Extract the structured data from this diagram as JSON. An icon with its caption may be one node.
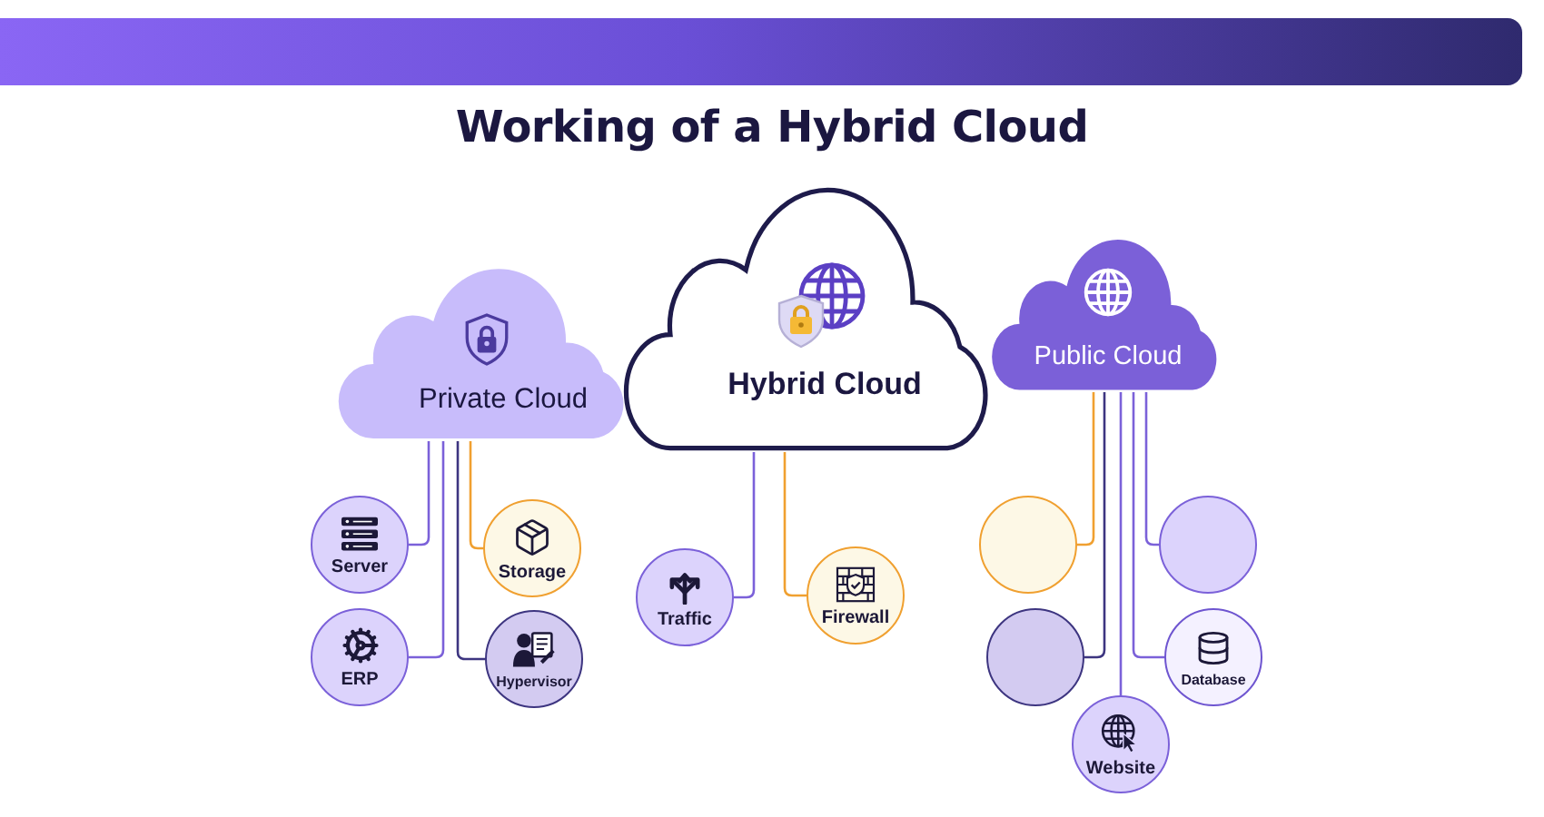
{
  "diagram": {
    "title": "Working of a Hybrid Cloud",
    "nodes": [
      {
        "text": [
          "Private Cloud"
        ]
      },
      {
        "text": [
          "Hybrid Cloud"
        ]
      },
      {
        "text": [
          "Public Cloud"
        ]
      },
      {
        "text": [
          "Server"
        ]
      },
      {
        "text": [
          "Storage"
        ]
      },
      {
        "text": [
          "ERP"
        ]
      },
      {
        "text": [
          "Hypervisor"
        ]
      },
      {
        "text": [
          "Traffic"
        ]
      },
      {
        "text": [
          "Firewall"
        ]
      },
      {
        "text": [],
        "shape": "circle"
      },
      {
        "text": [],
        "shape": "circle"
      },
      {
        "text": [],
        "shape": "circle"
      },
      {
        "text": [
          "Database"
        ]
      },
      {
        "text": [
          "Website"
        ]
      }
    ],
    "edges": [
      {
        "from": 0,
        "to": 3,
        "arrow": "none"
      },
      {
        "from": 0,
        "to": 5,
        "arrow": "none"
      },
      {
        "from": 0,
        "to": 6,
        "arrow": "none",
        "color": "#3d3580"
      },
      {
        "from": 0,
        "to": 4,
        "arrow": "none",
        "color": "#f0a030"
      },
      {
        "from": 1,
        "to": 7,
        "arrow": "none"
      },
      {
        "from": 1,
        "to": 8,
        "arrow": "none",
        "color": "#f0a030"
      },
      {
        "from": 2,
        "to": 9,
        "arrow": "none",
        "color": "#f0a030"
      },
      {
        "from": 2,
        "to": 11,
        "arrow": "none",
        "color": "#3d3580"
      },
      {
        "from": 2,
        "to": 13,
        "arrow": "none"
      },
      {
        "from": 2,
        "to": 12,
        "arrow": "none"
      },
      {
        "from": 2,
        "to": 10,
        "arrow": "none"
      }
    ]
  }
}
